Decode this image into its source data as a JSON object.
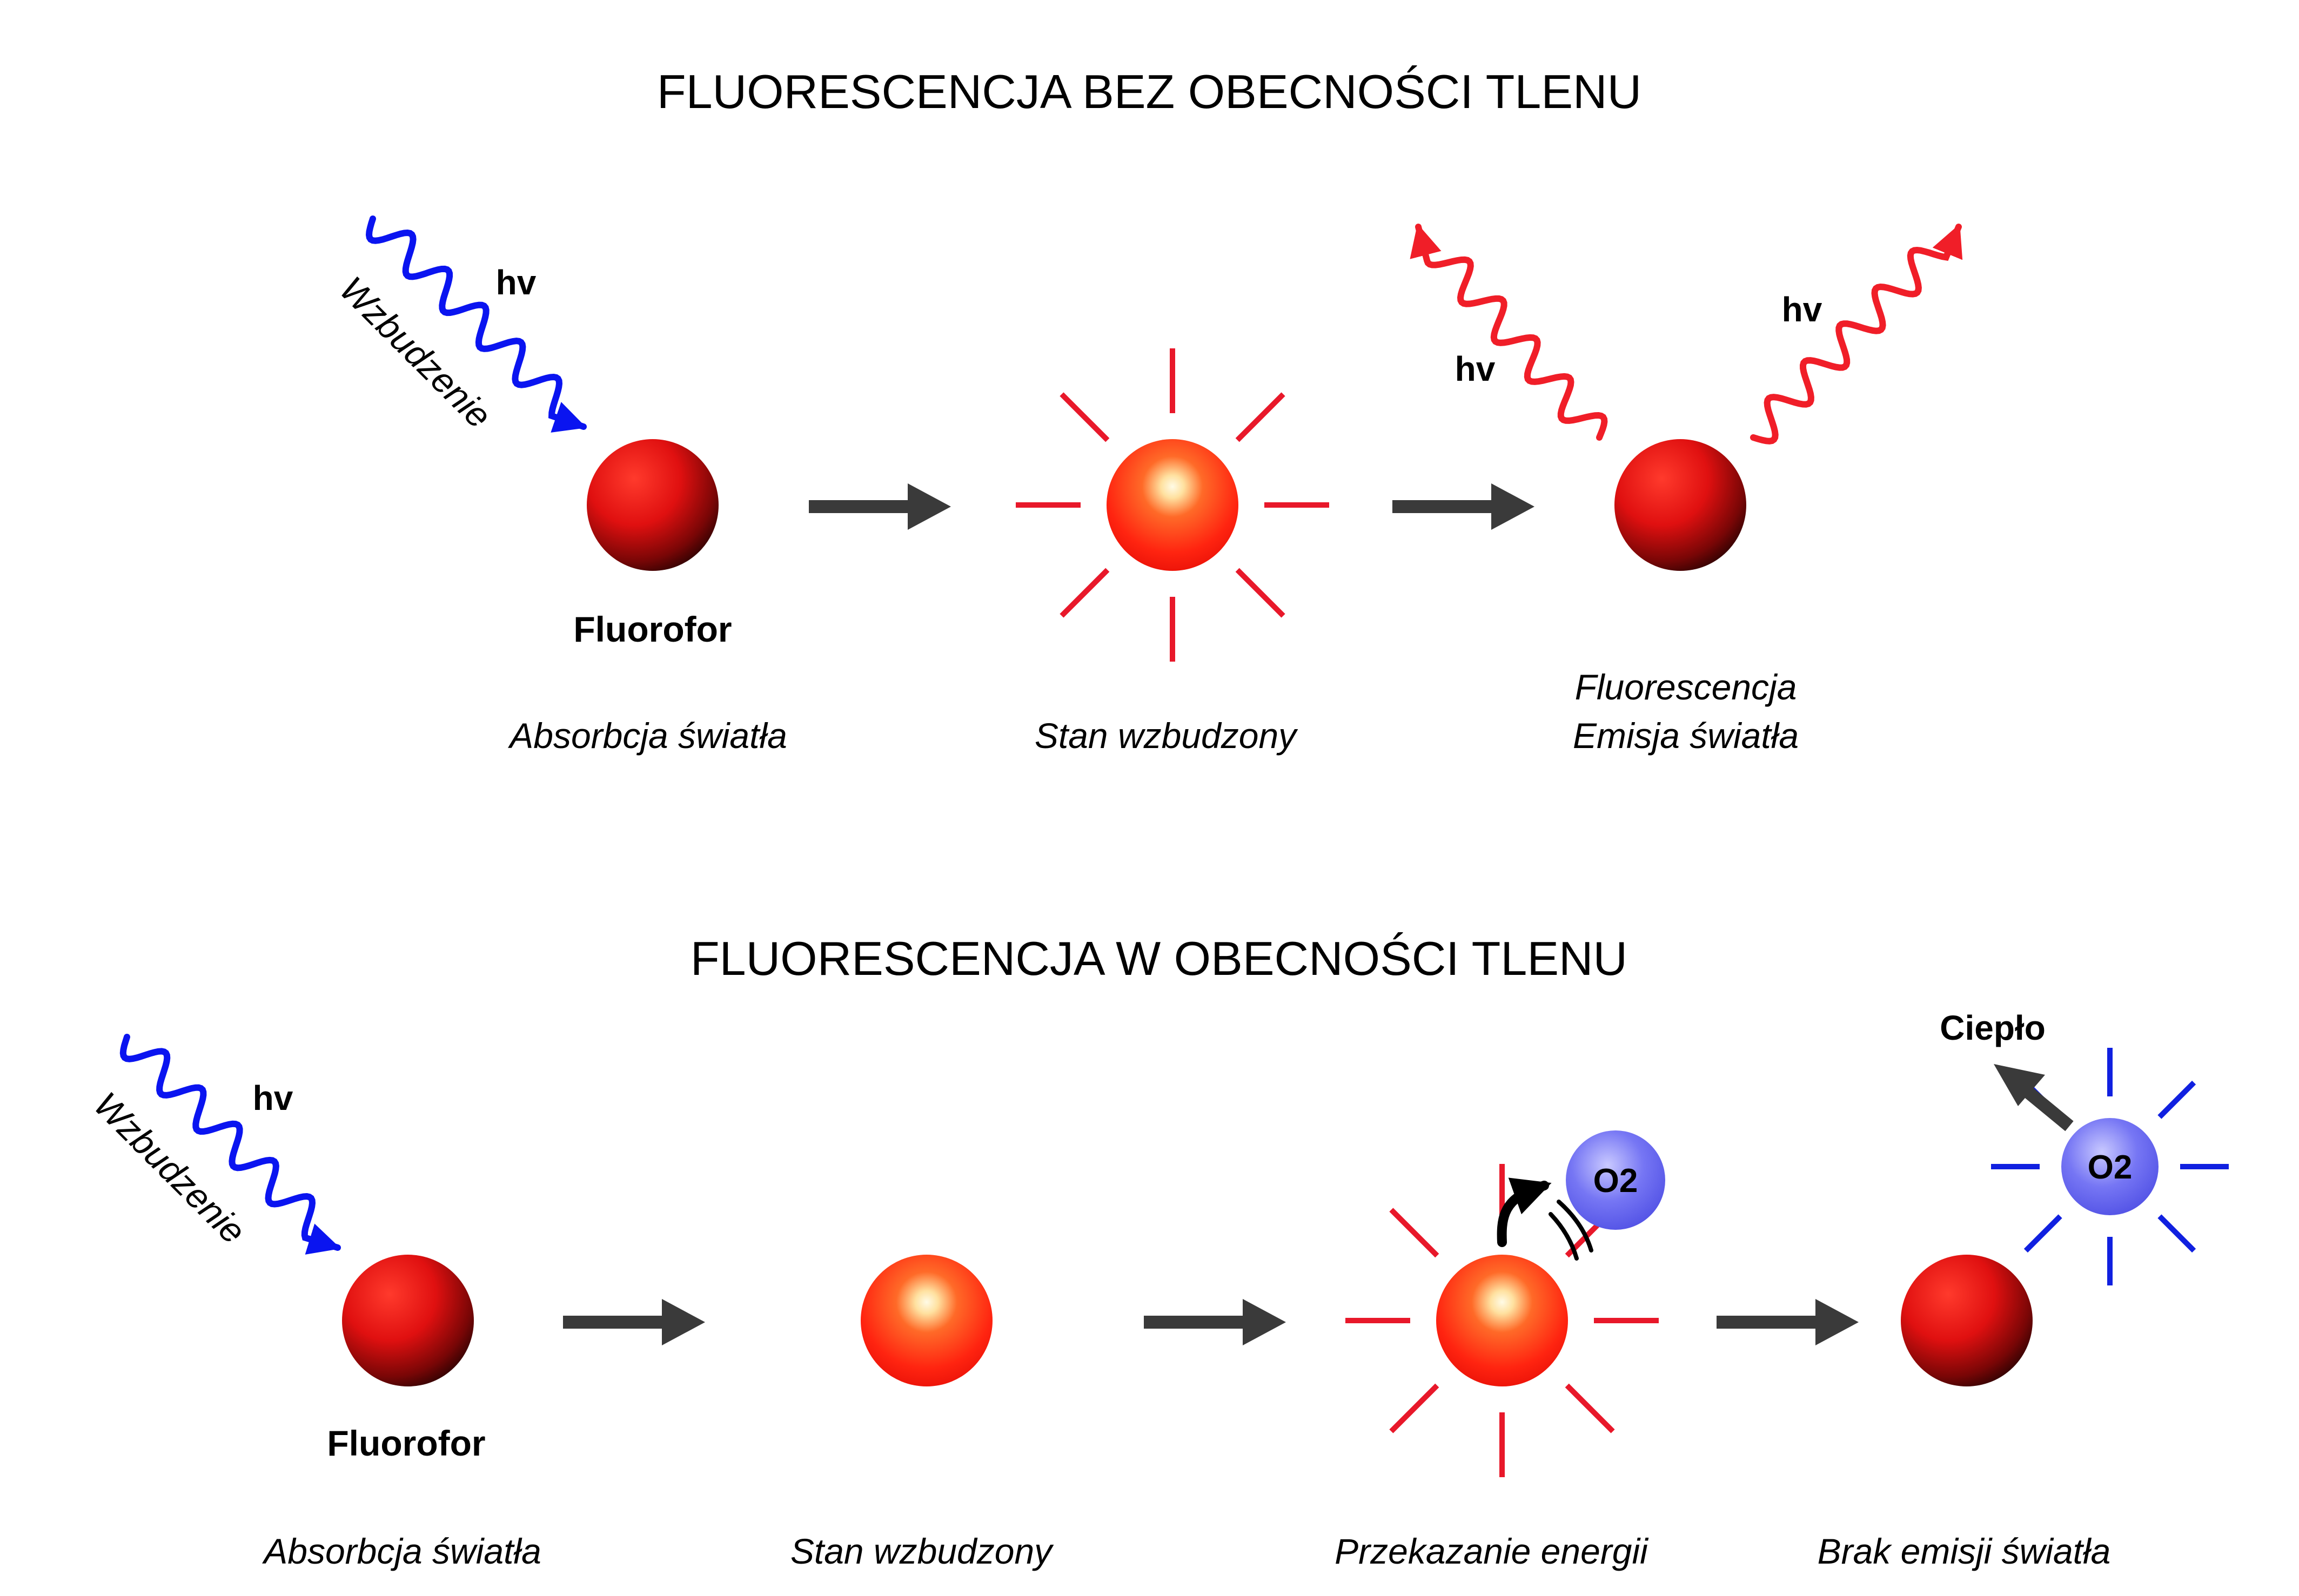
{
  "colors": {
    "excitation": "#0a14f0",
    "emission": "#f01e28",
    "ray": "#e8182a",
    "arrow": "#3a3a3a",
    "oxygen_ray": "#1020e0"
  },
  "top": {
    "title": "FLUORESCENCJA BEZ OBECNOŚCI TLENU",
    "hv_in": "hv",
    "excitation_label": "Wzbudzenie",
    "fluorophore_label": "Fluorofor",
    "hv_left": "hv",
    "hv_right": "hv",
    "captions": {
      "absorption": "Absorbcja światła",
      "excited": "Stan wzbudzony",
      "fluorescence_line1": "Fluorescencja",
      "fluorescence_line2": "Emisja światła"
    }
  },
  "bottom": {
    "title": "FLUORESCENCJA W OBECNOŚCI TLENU",
    "hv_in": "hv",
    "excitation_label": "Wzbudzenie",
    "fluorophore_label": "Fluorofor",
    "oxygen_label_1": "O2",
    "oxygen_label_2": "O2",
    "heat_label": "Ciepło",
    "captions": {
      "absorption": "Absorbcja światła",
      "excited": "Stan wzbudzony",
      "transfer": "Przekazanie energii",
      "no_emission": "Brak emisji światła"
    }
  }
}
